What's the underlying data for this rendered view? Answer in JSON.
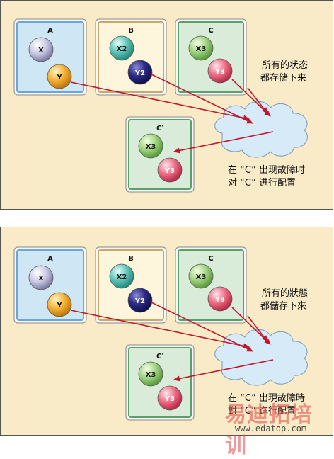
{
  "diagrams": [
    {
      "nodes": [
        {
          "label": "A",
          "circles": [
            "X",
            "Y"
          ]
        },
        {
          "label": "B",
          "circles": [
            "X2",
            "Y2"
          ]
        },
        {
          "label": "C",
          "circles": [
            "X3",
            "Y3"
          ]
        },
        {
          "label": "C′",
          "circles": [
            "X3",
            "Y3"
          ]
        }
      ],
      "caption_store": [
        "所有的状态",
        "都存储下来"
      ],
      "caption_fault": [
        "在 “C” 出现故障时",
        "对 “C” 进行配置"
      ]
    },
    {
      "nodes": [
        {
          "label": "A",
          "circles": [
            "X",
            "Y"
          ]
        },
        {
          "label": "B",
          "circles": [
            "X2",
            "Y2"
          ]
        },
        {
          "label": "C",
          "circles": [
            "X3",
            "Y3"
          ]
        },
        {
          "label": "C′",
          "circles": [
            "X3",
            "Y3"
          ]
        }
      ],
      "caption_store": [
        "所有的狀態",
        "都儲存下來"
      ],
      "caption_fault": [
        "在 “C” 出現故障時",
        "對 “C” 進行配置"
      ]
    }
  ],
  "watermark": {
    "text": "易迪拓培训",
    "url": "www.edatop.com"
  },
  "colors": {
    "background": "#faebc8",
    "arrow": "#c0182c",
    "node_a_fill": "#cfe6f5",
    "node_a_border": "#6aa6d8",
    "node_b_fill": "#fdf6dc",
    "node_b_border": "#c9a86a",
    "node_c_fill": "#d9ecd9",
    "node_c_border": "#5aa06a",
    "cloud": "#d6eaf8"
  }
}
